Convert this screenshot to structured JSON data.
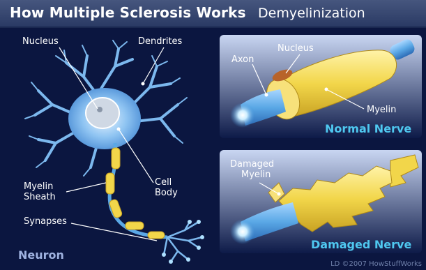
{
  "header": {
    "title": "How Multiple Sclerosis Works",
    "subtitle": "Demyelinization"
  },
  "neuron_panel": {
    "caption": "Neuron",
    "labels": {
      "nucleus": "Nucleus",
      "dendrites": "Dendrites",
      "cell_body_line1": "Cell",
      "cell_body_line2": "Body",
      "myelin_sheath_line1": "Myelin",
      "myelin_sheath_line2": "Sheath",
      "synapses": "Synapses"
    }
  },
  "normal_panel": {
    "caption": "Normal Nerve",
    "labels": {
      "axon": "Axon",
      "nucleus": "Nucleus",
      "myelin": "Myelin"
    }
  },
  "damaged_panel": {
    "caption": "Damaged Nerve",
    "labels": {
      "damaged_line1": "Damaged",
      "damaged_line2": "Myelin"
    }
  },
  "credit": "LD ©2007 HowStuffWorks",
  "colors": {
    "background": "#0b1640",
    "panel": "#b7c7ea",
    "myelin": "#f2d64a",
    "axon": "#5aa8e6",
    "cell_body": "#78b6ee",
    "caption": "#4fc8f0"
  }
}
